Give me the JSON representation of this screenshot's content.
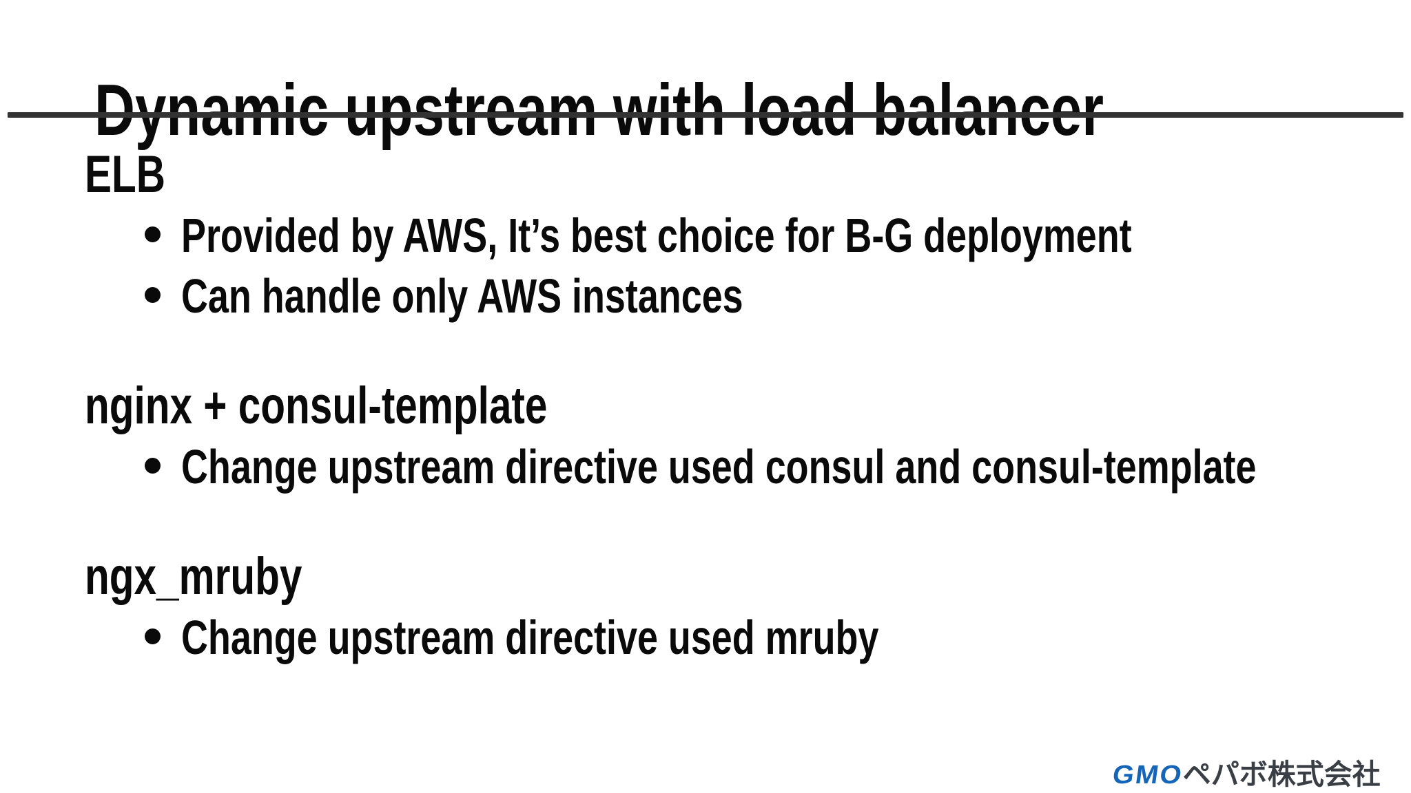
{
  "slide": {
    "title": "Dynamic upstream with load balancer",
    "sections": [
      {
        "heading": "ELB",
        "bullets": [
          "Provided by AWS, It’s best choice for B-G deployment",
          "Can handle only AWS instances"
        ]
      },
      {
        "heading": "nginx + consul-template",
        "bullets": [
          "Change upstream directive used consul and consul-template"
        ]
      },
      {
        "heading": "ngx_mruby",
        "bullets": [
          "Change upstream directive used mruby"
        ]
      }
    ],
    "footer_logo": {
      "brand": "GMO",
      "company": "ペパボ株式会社",
      "brand_color": "#1565b8",
      "company_color": "#3a3f45"
    }
  }
}
